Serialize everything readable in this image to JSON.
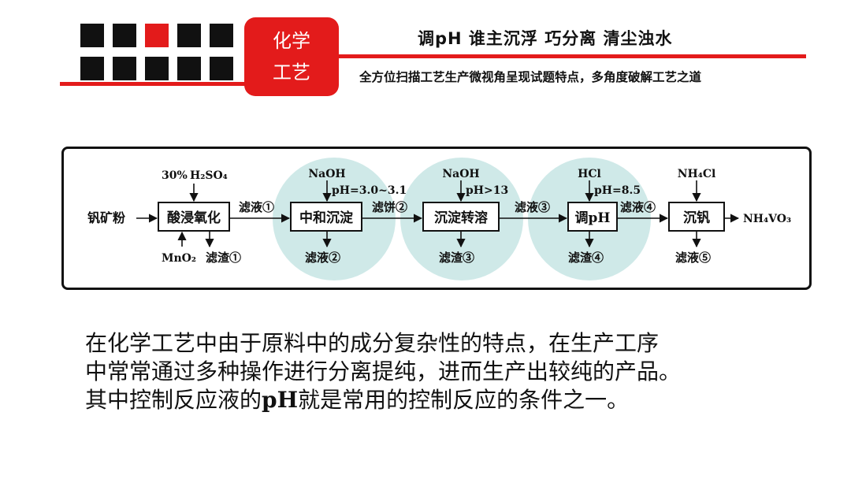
{
  "header": {
    "badge_line1": "化学",
    "badge_line2": "工艺",
    "title": "调pH 谁主沉浮 巧分离 清尘浊水",
    "subtitle": "全方位扫描工艺生产微视角呈现试题特点，多角度破解工艺之道",
    "accent_color": "#e31b1b"
  },
  "flow": {
    "start": "钒矿粉",
    "boxes": [
      "酸浸氧化",
      "中和沉淀",
      "沉淀转溶",
      "调pH",
      "沉钒"
    ],
    "inputs": {
      "acid_prefix": "30%",
      "acid_formula": "H₂SO₄",
      "oxidant": "MnO₂",
      "naoh1": "NaOH",
      "ph1": "pH=3.0~3.1",
      "naoh2": "NaOH",
      "ph2": "pH>13",
      "hcl": "HCl",
      "ph3": "pH=8.5",
      "nh4cl": "NH₄Cl"
    },
    "links": [
      "滤液①",
      "滤饼②",
      "滤液③",
      "滤液④"
    ],
    "outputs": [
      "滤渣①",
      "滤液②",
      "滤渣③",
      "滤渣④",
      "滤液⑤"
    ],
    "product": "NH₄VO₃",
    "circle_color": "#cfe9e8"
  },
  "paragraph": {
    "line1": "在化学工艺中由于原料中的成分复杂性的特点，在生产工序",
    "line2": "中常常通过多种操作进行分离提纯，进而生产出较纯的产品。",
    "line3_a": "其中控制反应液的",
    "line3_ph": "pH",
    "line3_b": "就是常用的控制反应的条件之一。"
  }
}
